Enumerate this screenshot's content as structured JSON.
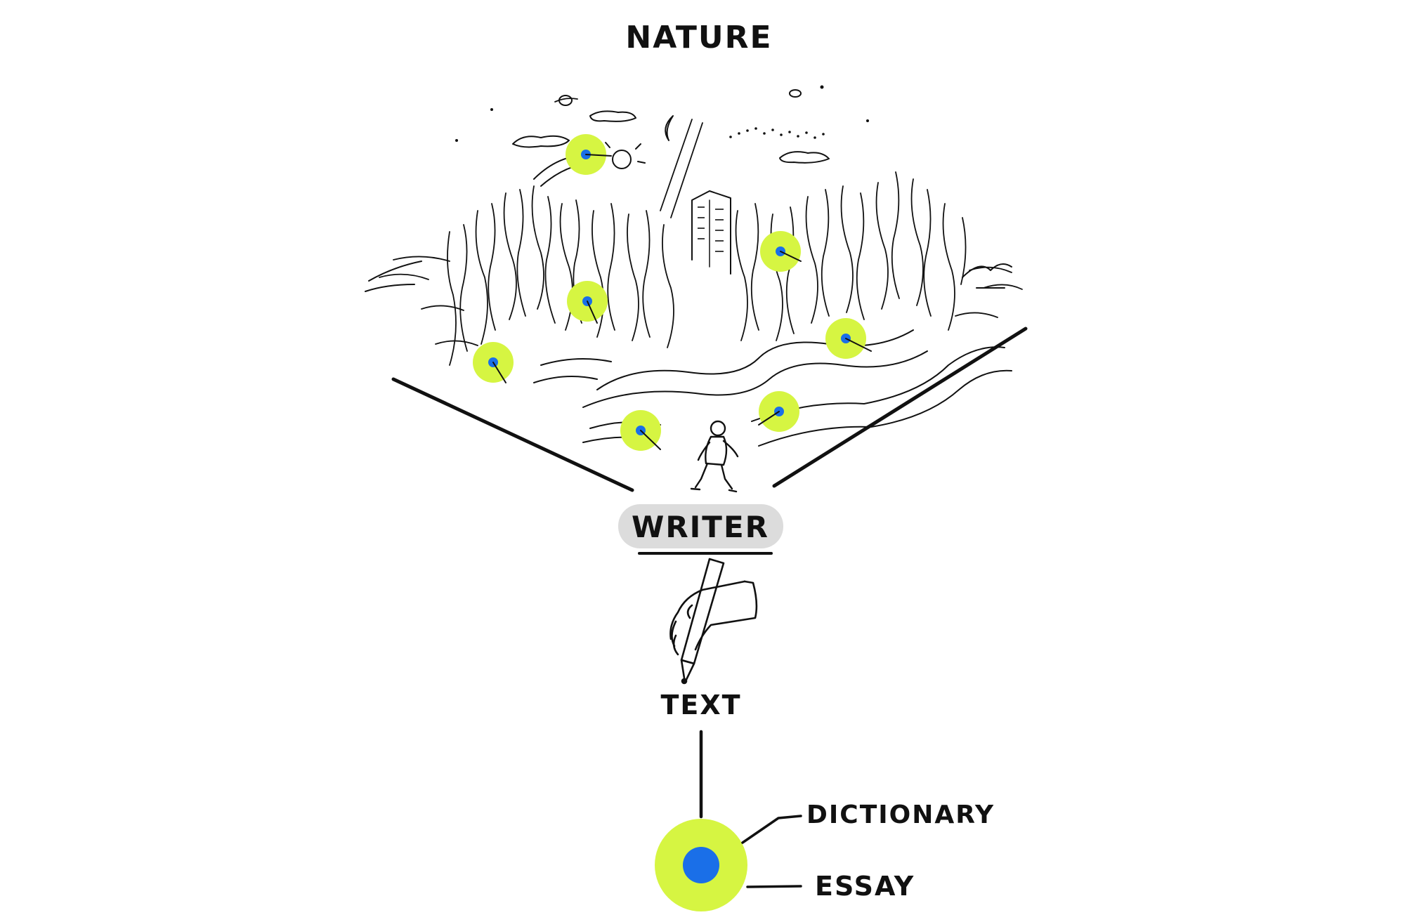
{
  "labels": {
    "nature": "NATURE",
    "writer": "WRITER",
    "text": "TEXT",
    "dictionary": "DICTIONARY",
    "essay": "ESSAY"
  },
  "colors": {
    "ink": "#111111",
    "highlight": "#d6f542",
    "dot": "#1a6fe8",
    "pill": "#dcdcdc"
  },
  "icons": {
    "walker": "walking-person-icon",
    "hand": "hand-holding-pen-icon"
  }
}
